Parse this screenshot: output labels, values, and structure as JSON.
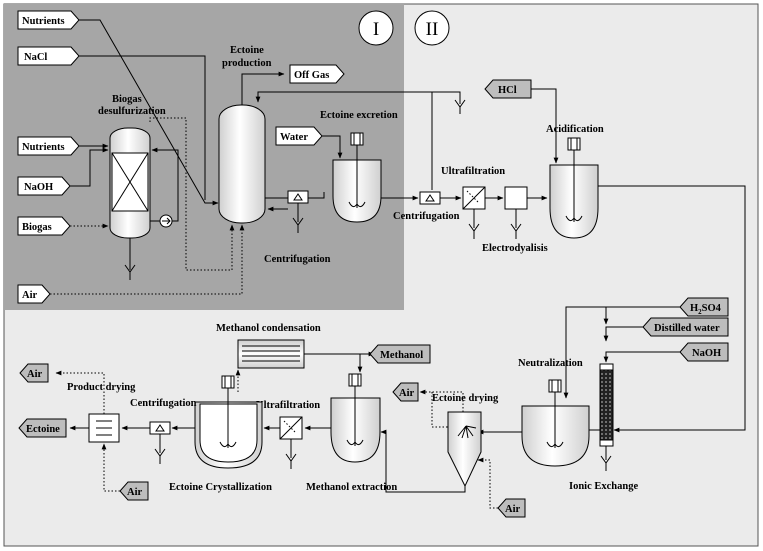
{
  "sections": {
    "one": "I",
    "two": "II"
  },
  "inputs": {
    "nutrients_top": "Nutrients",
    "nacl": "NaCl",
    "nutrients_mid": "Nutrients",
    "naoh_left": "NaOH",
    "biogas": "Biogas",
    "air_left": "Air",
    "water": "Water",
    "hcl": "HCl",
    "h2so4_main": "H",
    "h2so4_sub": "2",
    "h2so4_rest": "SO4",
    "distilled_water": "Distilled water",
    "naoh_right": "NaOH",
    "air_drying": "Air",
    "air_product": "Air"
  },
  "outputs": {
    "off_gas": "Off Gas",
    "methanol": "Methanol",
    "air_top": "Air",
    "air_mid": "Air",
    "ectoine": "Ectoine"
  },
  "labels": {
    "ectoine_production_1": "Ectoine",
    "ectoine_production_2": "production",
    "biogas_desulf_1": "Biogas",
    "biogas_desulf_2": "desulfurization",
    "ectoine_excretion": "Ectoine excretion",
    "centrifugation_1": "Centrifugation",
    "centrifugation_2": "Centrifugation",
    "ultrafiltration_1": "Ultrafiltration",
    "electrodyalisis": "Electrodyalisis",
    "acidification": "Acidification",
    "methanol_condensation": "Methanol condensation",
    "neutralization": "Neutralization",
    "ectoine_drying": "Ectoine drying",
    "product_drying": "Product drying",
    "centrifugation_3": "Centrifugation",
    "ultrafiltration_2": "Ultrafiltration",
    "ectoine_crystallization": "Ectoine Crystallization",
    "methanol_extraction": "Methanol extraction",
    "ionic_exchange": "Ionic Exchange"
  }
}
